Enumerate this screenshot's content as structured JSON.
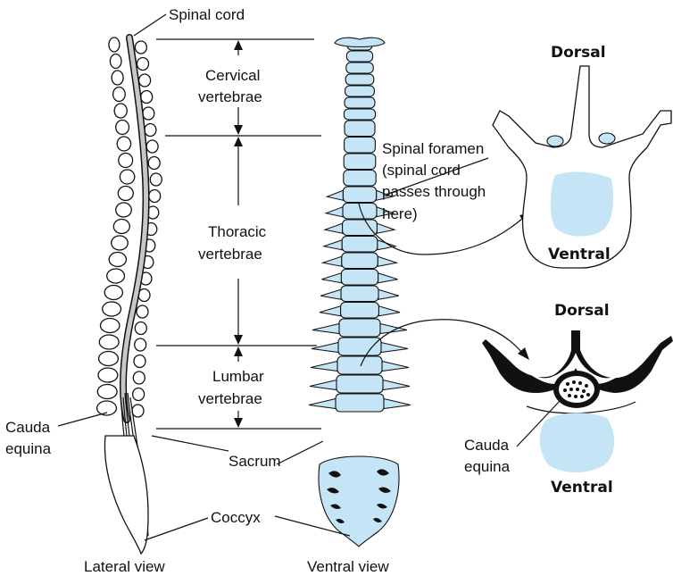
{
  "labels": {
    "spinal_cord": "Spinal cord",
    "cervical_1": "Cervical",
    "cervical_2": "vertebrae",
    "thoracic_1": "Thoracic",
    "thoracic_2": "vertebrae",
    "lumbar_1": "Lumbar",
    "lumbar_2": "vertebrae",
    "cauda_1": "Cauda",
    "cauda_2": "equina",
    "sacrum": "Sacrum",
    "coccyx": "Coccyx",
    "lateral_view": "Lateral view",
    "ventral_view": "Ventral view",
    "foramen_1": "Spinal foramen",
    "foramen_2": "(spinal cord",
    "foramen_3": "passes through",
    "foramen_4": "here)",
    "dorsal_top": "Dorsal",
    "ventral_top": "Ventral",
    "dorsal_bottom": "Dorsal",
    "cauda_right_1": "Cauda",
    "cauda_right_2": "equina",
    "ventral_bottom": "Ventral"
  },
  "colors": {
    "bone_fill": "#c5e5f6",
    "outline": "#111111",
    "cord": "#bdbdbd"
  }
}
